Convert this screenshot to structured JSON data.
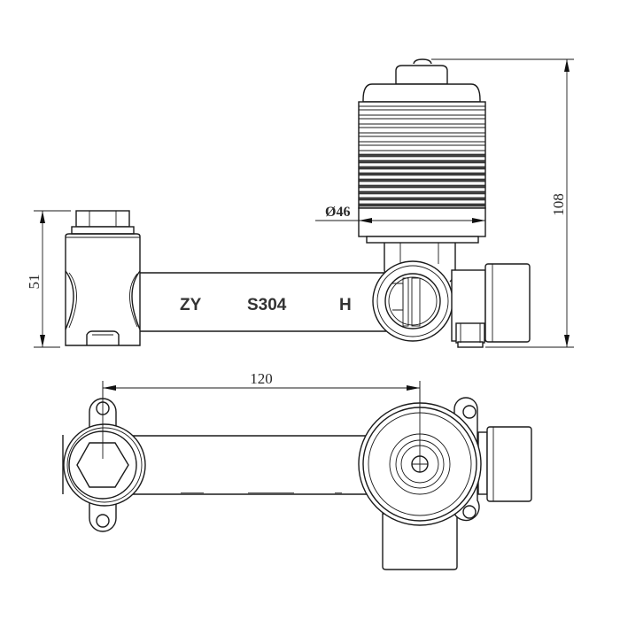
{
  "drawing": {
    "title": "Concealed valve body technical drawing",
    "views": [
      "front-elevation",
      "top-plan"
    ],
    "colors": {
      "line": "#1a1a1a",
      "background": "#ffffff",
      "text": "#333333"
    }
  },
  "dimensions": {
    "height_left": "51",
    "height_total": "108",
    "diameter_cartridge": "Ø46",
    "center_distance": "120"
  },
  "body_markings": {
    "brand": "ZY",
    "material": "S304",
    "hot": "H"
  }
}
